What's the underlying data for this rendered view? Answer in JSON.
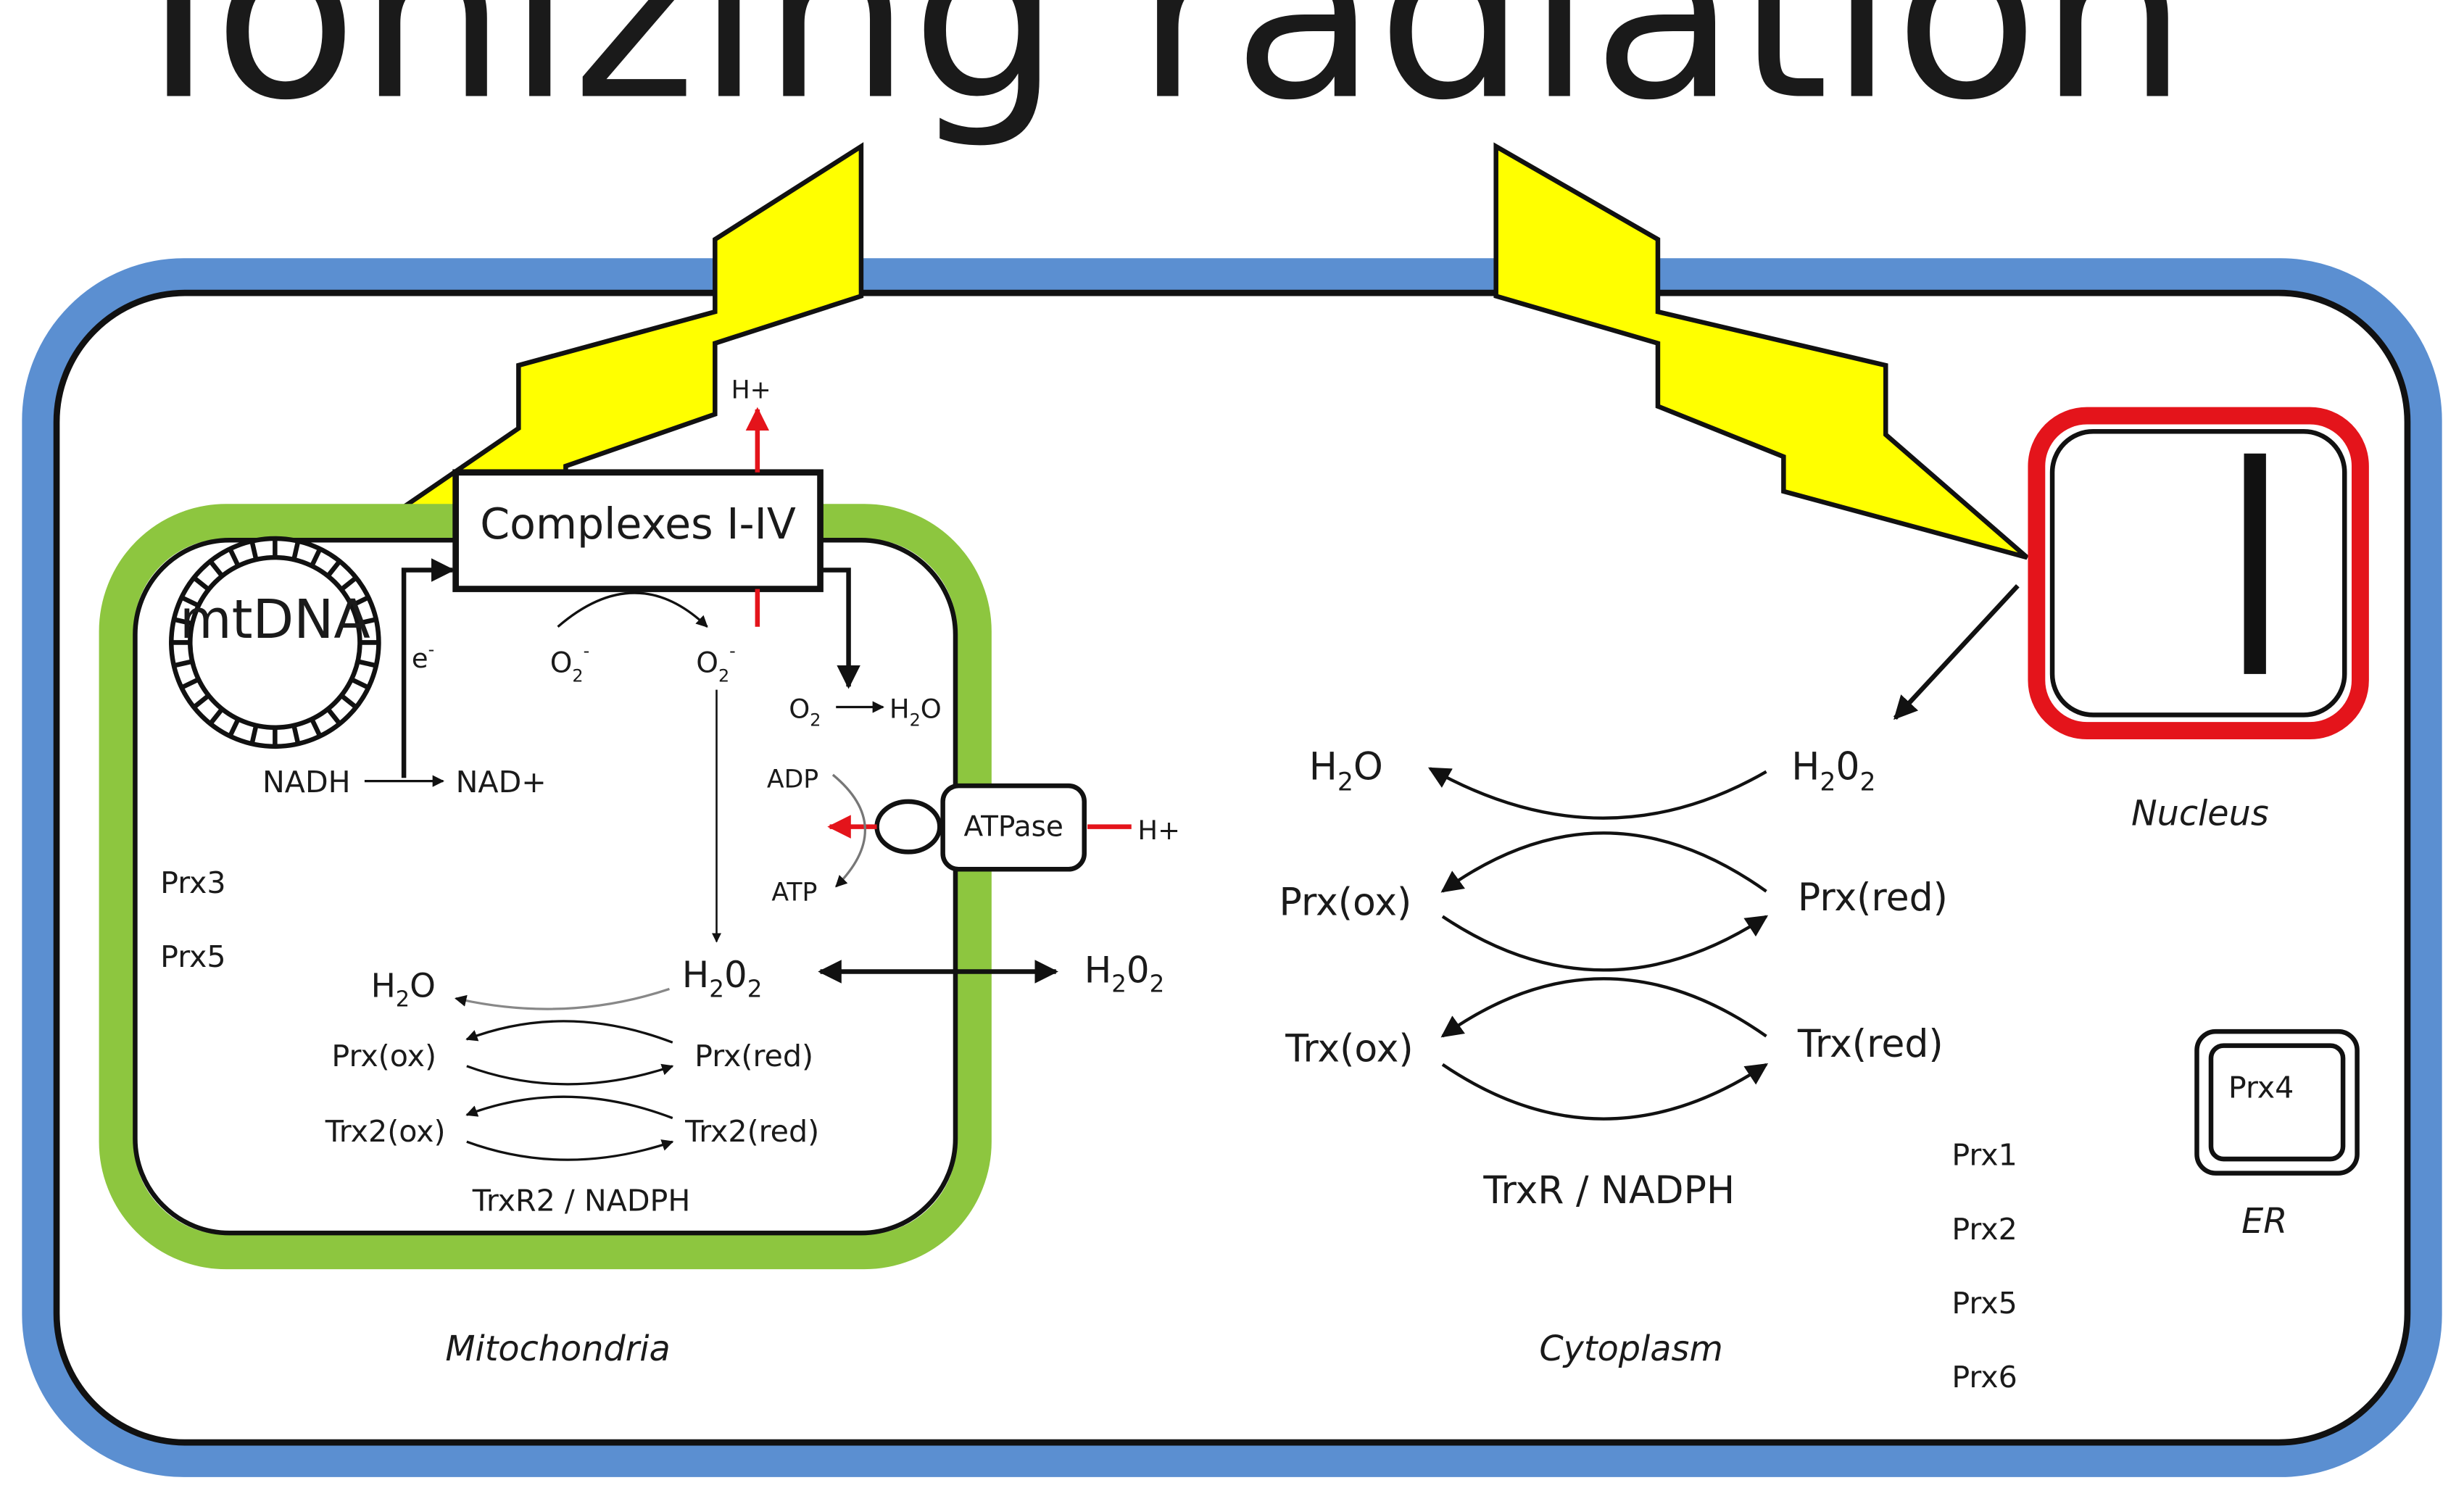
{
  "title": "Ionizing radiation",
  "colors": {
    "cell_membrane": "#5b8fd1",
    "mitochondria_membrane": "#8dc63f",
    "nucleus_border": "#e4141b",
    "lightning": "#ffff00",
    "proton_arrow": "#e4141b"
  },
  "mitochondria": {
    "label": "Mitochondria",
    "complexes": "Complexes I-IV",
    "mtdna": "mtDNA",
    "electron": "e",
    "electron_sup": "-",
    "nadh": "NADH",
    "nad": "NAD+",
    "superoxide": "O",
    "superoxide_sub": "2",
    "superoxide_sup": "-",
    "proton": "H+",
    "oxygen": "O",
    "oxygen_sub": "2",
    "water": "H",
    "water_sub": "2",
    "water_end": "O",
    "adp": "ADP",
    "atp": "ATP",
    "atpase": "ATPase",
    "atpase_proton": "H+",
    "prx3": "Prx3",
    "prx5": "Prx5",
    "h2o2_pre": "H",
    "h2o2_sub1": "2",
    "h2o2_mid": "0",
    "h2o2_sub2": "2",
    "h2o_pre": "H",
    "h2o_sub": "2",
    "h2o_end": "O",
    "prx_ox": "Prx(ox)",
    "prx_red": "Prx(red)",
    "trx_ox": "Trx2(ox)",
    "trx_red": "Trx2(red)",
    "reductase": "TrxR2 / NADPH"
  },
  "exported_h2o2": {
    "pre": "H",
    "sub1": "2",
    "mid": "0",
    "sub2": "2"
  },
  "cytoplasm": {
    "label": "Cytoplasm",
    "h2o_pre": "H",
    "h2o_sub": "2",
    "h2o_end": "O",
    "h2o2_pre": "H",
    "h2o2_sub1": "2",
    "h2o2_mid": "0",
    "h2o2_sub2": "2",
    "prx_ox": "Prx(ox)",
    "prx_red": "Prx(red)",
    "trx_ox": "Trx(ox)",
    "trx_red": "Trx(red)",
    "reductase": "TrxR / NADPH",
    "isoforms": [
      "Prx1",
      "Prx2",
      "Prx5",
      "Prx6"
    ]
  },
  "nucleus": {
    "label": "Nucleus"
  },
  "er": {
    "label": "ER",
    "prx": "Prx4"
  }
}
